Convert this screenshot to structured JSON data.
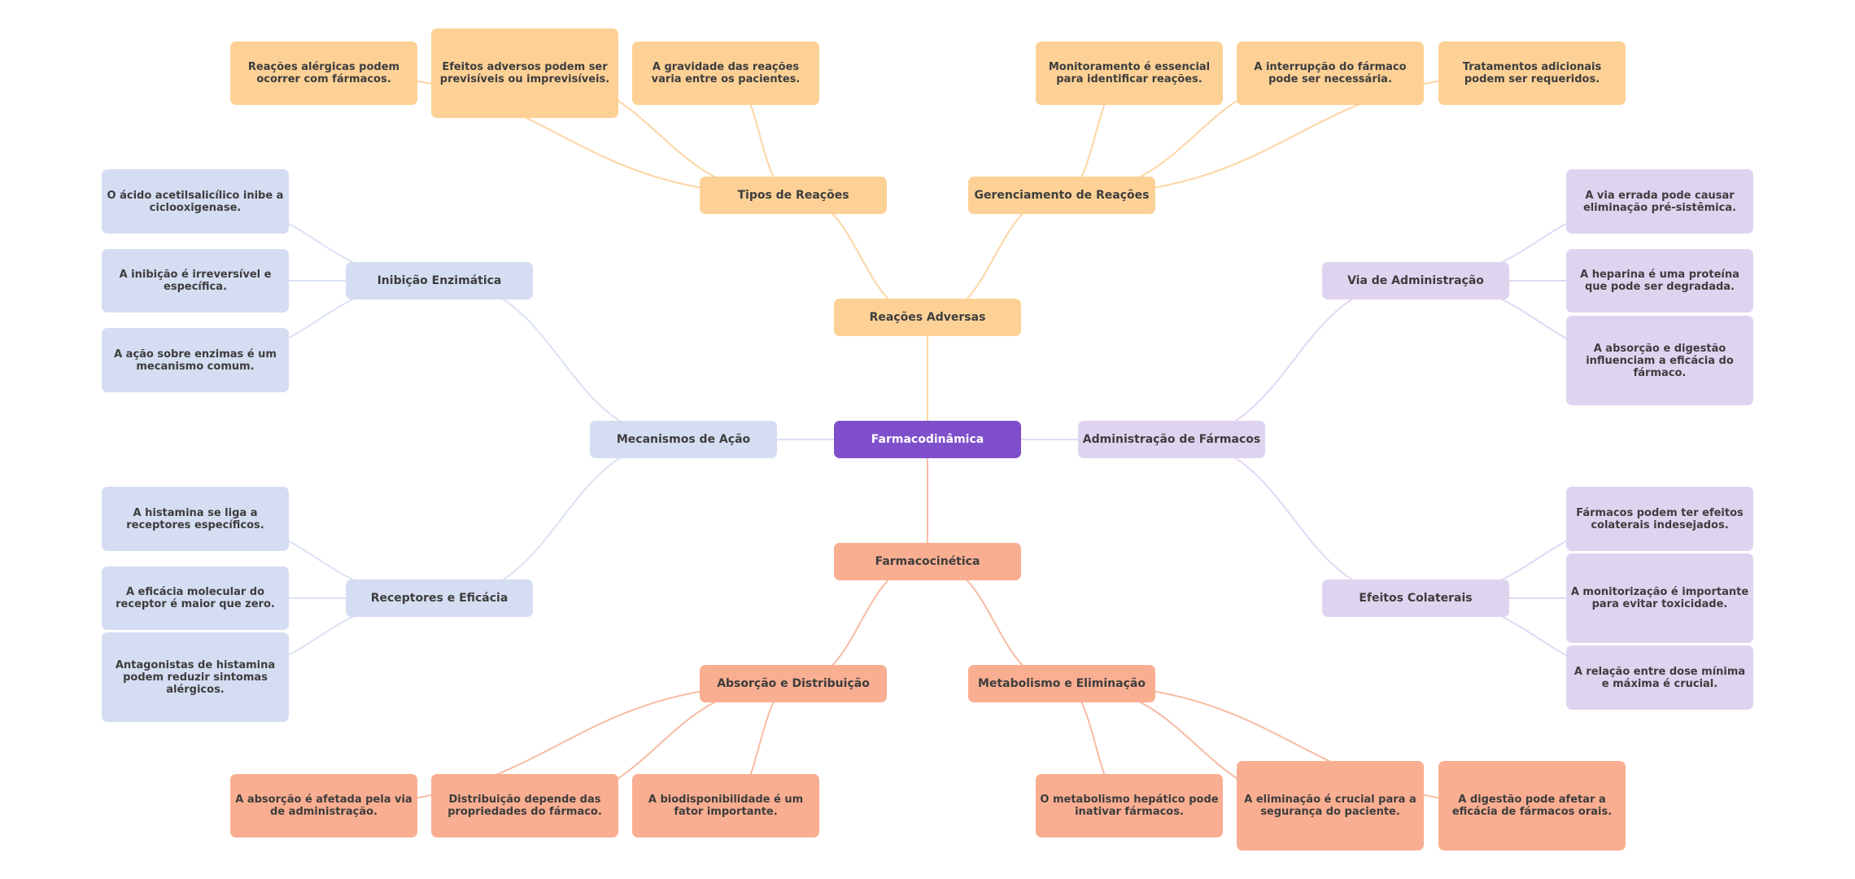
{
  "colors": {
    "root": "#7f4fcb",
    "orange": "#fdd196",
    "salmon": "#f9ae91",
    "blue": "#d5ddf2",
    "lavender": "#dfd4f0",
    "line_orange": "#fdd5a4",
    "line_salmon": "#f8bba3",
    "line_blue": "#dbe2f4",
    "line_lavender": "#e2d8f4",
    "text": "#3d3d3d"
  },
  "mindmap": {
    "root": {
      "label": "Farmacodinâmica"
    },
    "branches": [
      {
        "label": "Reações Adversas",
        "color": "orange",
        "subtopics": [
          {
            "label": "Tipos de Reações",
            "leaves": [
              "Reações alérgicas podem ocorrer com fármacos.",
              "Efeitos adversos podem ser previsíveis ou imprevisíveis.",
              "A gravidade das reações varia entre os pacientes."
            ]
          },
          {
            "label": "Gerenciamento de Reações",
            "leaves": [
              "Monitoramento é essencial para identificar reações.",
              "A interrupção do fármaco pode ser necessária.",
              "Tratamentos adicionais podem ser requeridos."
            ]
          }
        ]
      },
      {
        "label": "Administração de Fármacos",
        "color": "lavender",
        "subtopics": [
          {
            "label": "Via de Administração",
            "leaves": [
              "A via errada pode causar eliminação pré-sistêmica.",
              "A heparina é uma proteína que pode ser degradada.",
              "A absorção e digestão influenciam a eficácia do fármaco."
            ]
          },
          {
            "label": "Efeitos Colaterais",
            "leaves": [
              "Fármacos podem ter efeitos colaterais indesejados.",
              "A monitorização é importante para evitar toxicidade.",
              "A relação entre dose mínima e máxima é crucial."
            ]
          }
        ]
      },
      {
        "label": "Farmacocinética",
        "color": "salmon",
        "subtopics": [
          {
            "label": "Absorção e Distribuição",
            "leaves": [
              "A absorção é afetada pela via de administração.",
              "Distribuição depende das propriedades do fármaco.",
              "A biodisponibilidade é um fator importante."
            ]
          },
          {
            "label": "Metabolismo e Eliminação",
            "leaves": [
              "O metabolismo hepático pode inativar fármacos.",
              "A eliminação é crucial para a segurança do paciente.",
              "A digestão pode afetar a eficácia de fármacos orais."
            ]
          }
        ]
      },
      {
        "label": "Mecanismos de Ação",
        "color": "blue",
        "subtopics": [
          {
            "label": "Inibição Enzimática",
            "leaves": [
              "O ácido acetilsalicílico inibe a ciclooxigenase.",
              "A inibição é irreversível e específica.",
              "A ação sobre enzimas é um mecanismo comum."
            ]
          },
          {
            "label": "Receptores e Eficácia",
            "leaves": [
              "A histamina se liga a receptores específicos.",
              "A eficácia molecular do receptor é maior que zero.",
              "Antagonistas de histamina podem reduzir sintomas alérgicos."
            ]
          }
        ]
      }
    ]
  }
}
